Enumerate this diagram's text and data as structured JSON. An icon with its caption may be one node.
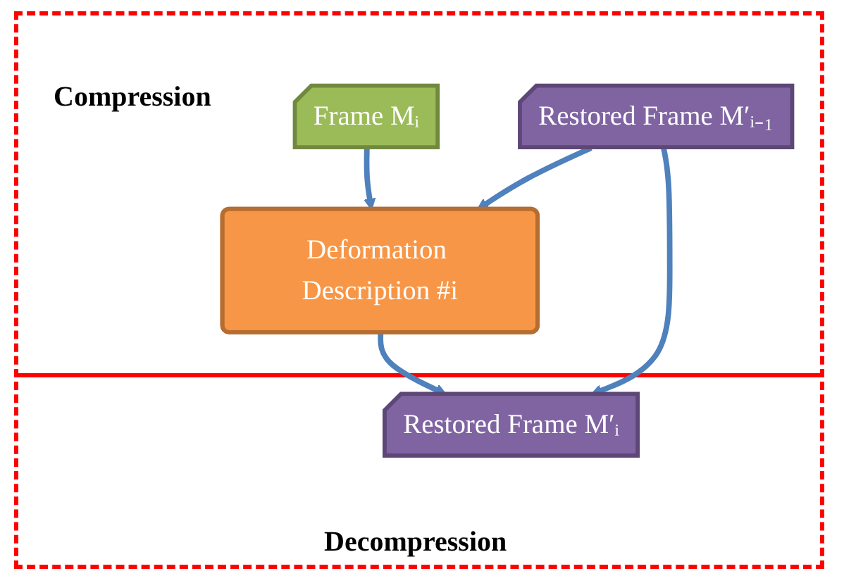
{
  "diagram": {
    "nodes": [
      {
        "text": [
          "Frame Mᵢ"
        ]
      },
      {
        "text": [
          "Deformation Description #i"
        ]
      },
      {
        "text": [
          "Restored Frame M′ᵢ₋₁"
        ]
      },
      {
        "text": [
          "Restored Frame M′ᵢ"
        ]
      }
    ],
    "edges": [
      {
        "from": 0,
        "to": 1,
        "arrow": "to"
      },
      {
        "from": 2,
        "to": 1,
        "arrow": "to"
      },
      {
        "from": 1,
        "to": 3,
        "arrow": "to"
      },
      {
        "from": 2,
        "to": 3,
        "arrow": "to"
      }
    ],
    "labels": [
      "Compression",
      "Decompression"
    ]
  }
}
